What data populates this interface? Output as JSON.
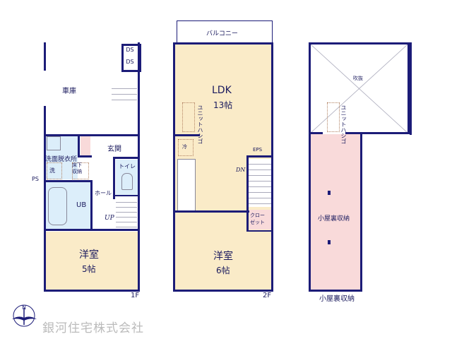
{
  "floors": {
    "f1": {
      "label": "1F",
      "rooms": {
        "garage": "車庫",
        "ds1": "DS",
        "ds2": "DS",
        "entrance": "玄関",
        "washroom": "洗面脱衣所",
        "washer": "洗",
        "under_floor": "床下\n収納",
        "toilet": "トイレ",
        "hall": "ホール",
        "ub": "UB",
        "ps": "PS",
        "up": "UP",
        "bedroom": "洋室",
        "bedroom_size": "5帖"
      }
    },
    "f2": {
      "label": "2F",
      "rooms": {
        "balcony": "バルコニー",
        "ldk": "LDK",
        "ldk_size": "13帖",
        "ladder": "ユニットハシゴ",
        "fridge": "冷",
        "eps": "EPS",
        "dn": "DN",
        "closet": "クロー\nゼット",
        "bedroom": "洋室",
        "bedroom_size": "6帖"
      }
    },
    "attic": {
      "label": "小屋裏収納",
      "rooms": {
        "void": "吹抜",
        "ladder": "ユニットハシゴ",
        "storage": "小屋裏収納"
      }
    }
  },
  "compass": {
    "north": "N"
  },
  "company": "銀河住宅株式会社",
  "colors": {
    "wall": "#1c1c78",
    "room": "#faebc8",
    "wet": "#dceefa",
    "storage": "#f9dada"
  }
}
